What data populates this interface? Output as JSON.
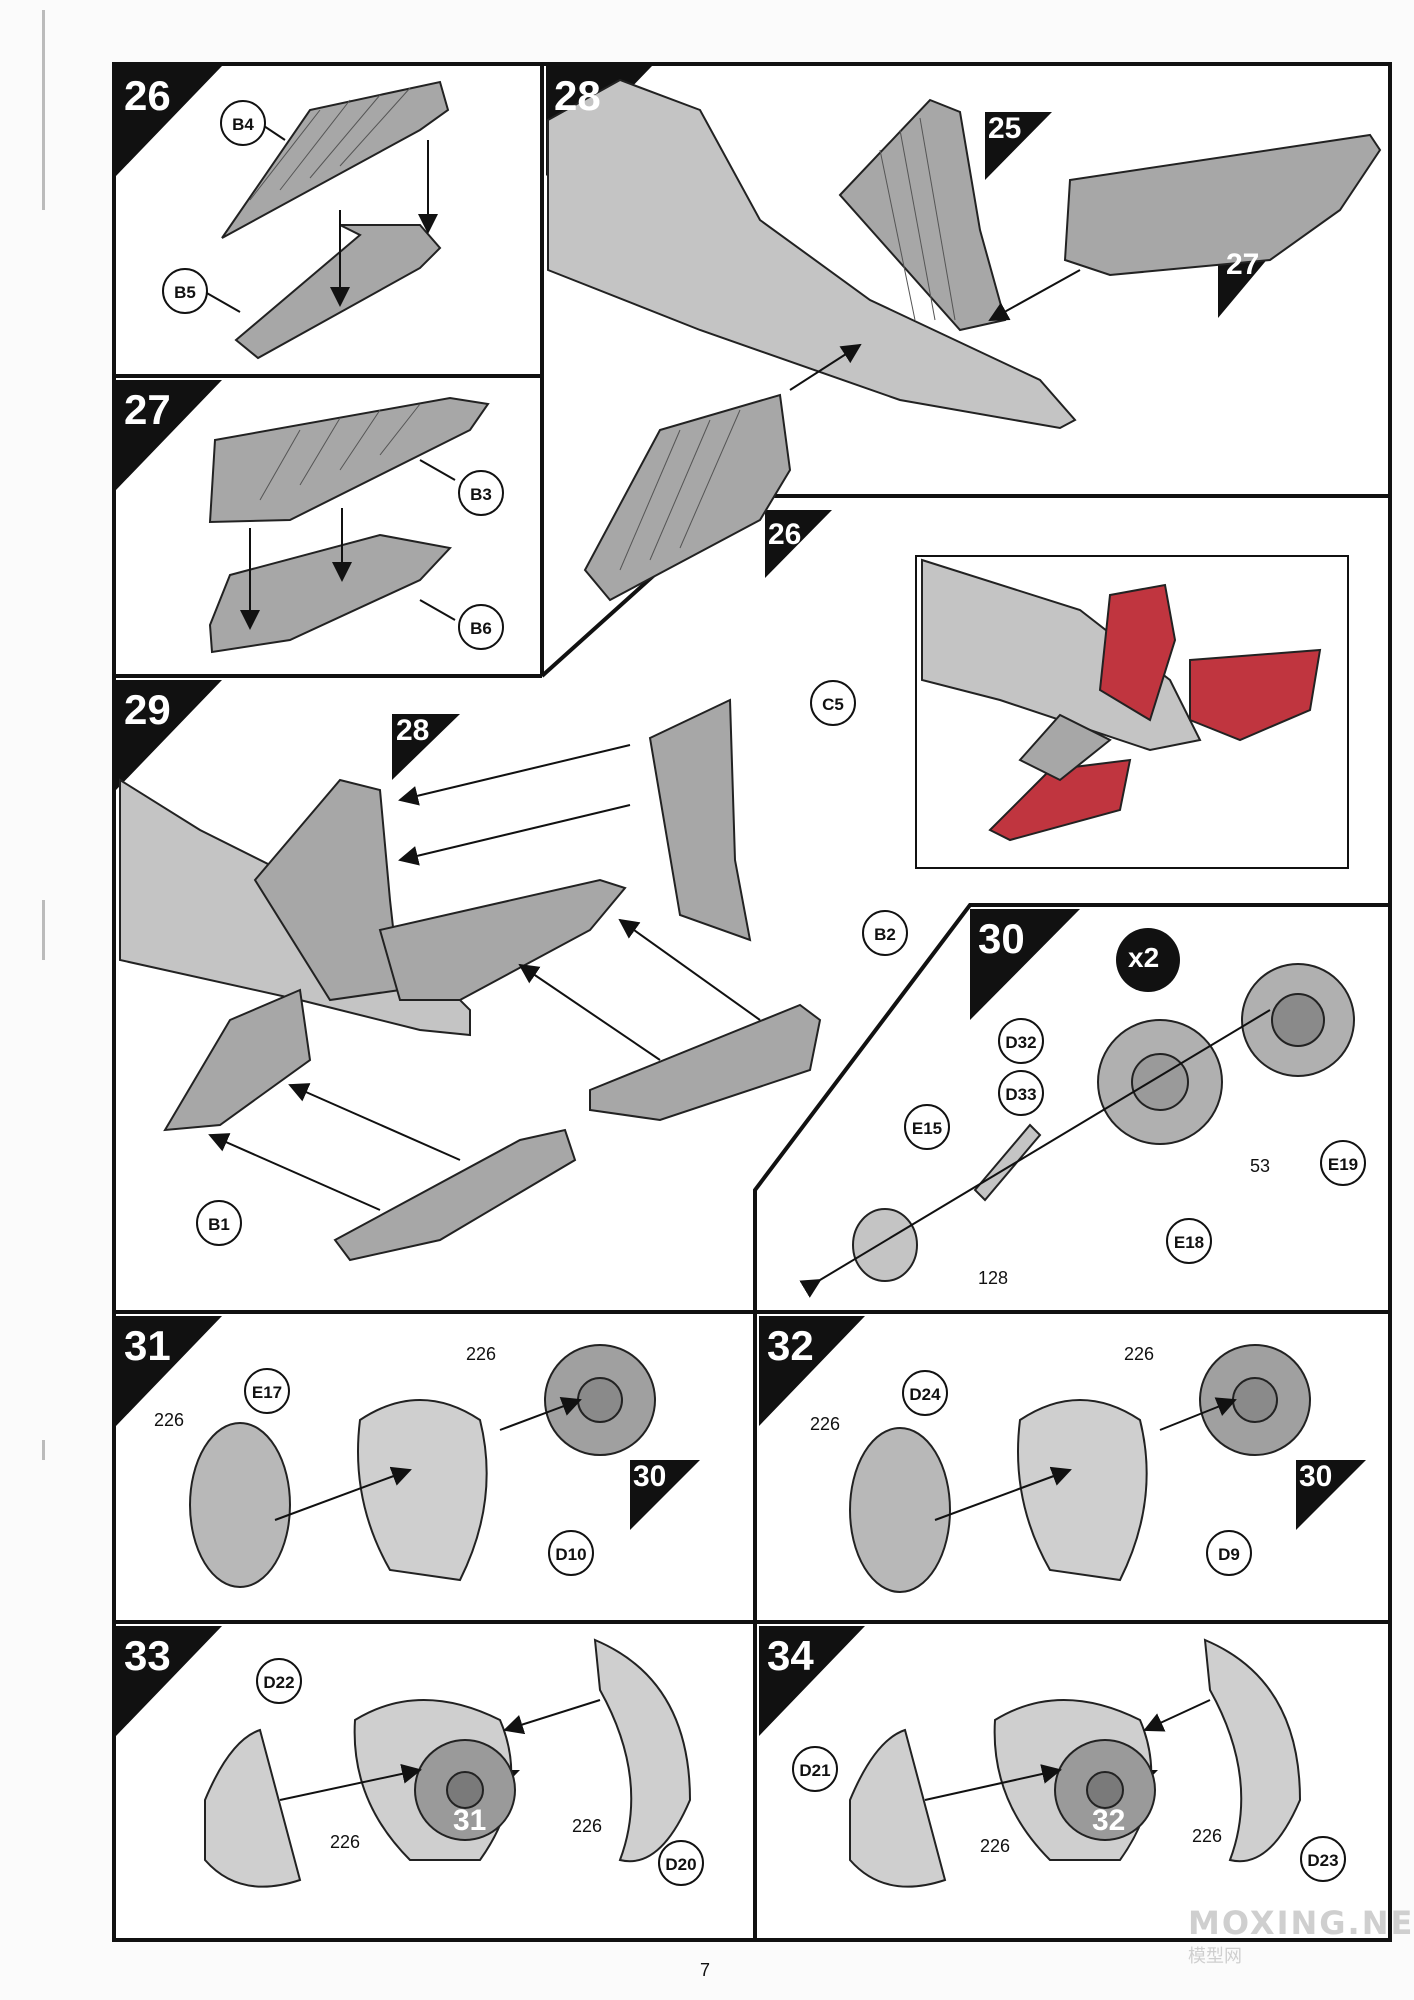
{
  "steps": {
    "s26": {
      "number": "26",
      "parts": [
        "B4",
        "B5"
      ]
    },
    "s27": {
      "number": "27",
      "parts": [
        "B3",
        "B6"
      ]
    },
    "s28": {
      "number": "28",
      "refs": [
        "25",
        "27",
        "26"
      ]
    },
    "s29": {
      "number": "29",
      "refs": [
        "28"
      ],
      "parts": [
        "C5",
        "B2",
        "B1"
      ]
    },
    "s30": {
      "number": "30",
      "multiplier": "x2",
      "parts": [
        "D32",
        "D33",
        "E15",
        "E18",
        "E19"
      ],
      "numbers": [
        "53",
        "128"
      ]
    },
    "s31": {
      "number": "31",
      "parts": [
        "E17",
        "D10"
      ],
      "numbers": [
        "226",
        "226"
      ],
      "refs": [
        "30"
      ]
    },
    "s32": {
      "number": "32",
      "parts": [
        "D24",
        "D9"
      ],
      "numbers": [
        "226",
        "226"
      ],
      "refs": [
        "30"
      ]
    },
    "s33": {
      "number": "33",
      "parts": [
        "D22",
        "D20"
      ],
      "numbers": [
        "226",
        "226"
      ],
      "refs": [
        "31"
      ]
    },
    "s34": {
      "number": "34",
      "parts": [
        "D21",
        "D23"
      ],
      "numbers": [
        "226",
        "226"
      ],
      "refs": [
        "32"
      ]
    }
  },
  "colors": {
    "ink": "#111111",
    "part_grey": "#a7a7a7",
    "paint_red": "#c0353f"
  },
  "footer": {
    "page_number": "7",
    "watermark": "MOXING.NET",
    "watermark_sub": "模型网"
  }
}
